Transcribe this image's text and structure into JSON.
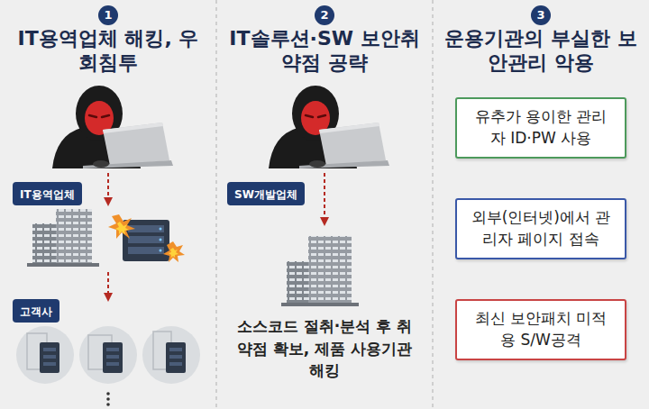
{
  "diagram": {
    "nodes": [
      {
        "text": [
          "1"
        ]
      },
      {
        "text": [
          "2"
        ]
      },
      {
        "text": [
          "3"
        ]
      },
      {
        "text": [
          "IT용역업체"
        ]
      },
      {
        "text": [
          "SW개발업체"
        ]
      },
      {
        "text": [
          "유추가 용이한 관리자 ID·PW 사용"
        ]
      },
      {
        "text": [
          "고객사"
        ]
      },
      {
        "text": [
          "외부(인터넷)에서 관리자 페이지 접속"
        ]
      },
      {
        "text": [
          "최신 보안패치 미적용 S/W공격"
        ]
      }
    ],
    "labels": [
      "IT용역업체 해킹, 우회침투",
      "IT솔루션·SW 보안취약점 공략",
      "운용기관의 부실한 보안관리 악용",
      "소스코드 절취·분석 후 취약점 확보, 제품 사용기관 해킹"
    ]
  }
}
